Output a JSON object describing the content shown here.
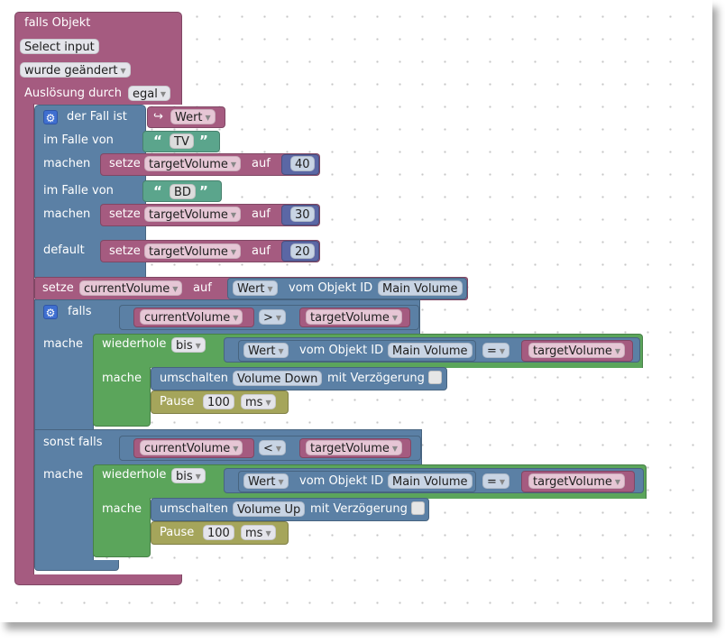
{
  "event": {
    "title": "falls Objekt",
    "select_input": "Select input",
    "changed": "wurde geändert",
    "trigger_label": "Auslösung durch",
    "trigger_value": "egal"
  },
  "switch": {
    "header": "der Fall ist",
    "value_arrow": "↪",
    "value_name": "Wert",
    "case_label": "im Falle von",
    "do_label": "machen",
    "default_label": "default",
    "cases": [
      {
        "value": "TV",
        "set": "setze",
        "var": "targetVolume",
        "to": "auf",
        "num": "40"
      },
      {
        "value": "BD",
        "set": "setze",
        "var": "targetVolume",
        "to": "auf",
        "num": "30"
      }
    ],
    "default": {
      "set": "setze",
      "var": "targetVolume",
      "to": "auf",
      "num": "20"
    }
  },
  "set_current": {
    "set": "setze",
    "var": "currentVolume",
    "to": "auf",
    "value": "Wert",
    "of_object": "vom Objekt ID",
    "object": "Main Volume"
  },
  "if_block": {
    "if_label": "falls",
    "do_label": "mache",
    "elseif_label": "sonst falls",
    "branches": [
      {
        "left": "currentVolume",
        "op": ">",
        "right": "targetVolume",
        "repeat": "wiederhole",
        "until": "bis",
        "value": "Wert",
        "of_object": "vom Objekt ID",
        "object": "Main Volume",
        "eq": "=",
        "target": "targetVolume",
        "inner_do": "mache",
        "toggle": "umschalten",
        "toggle_obj": "Volume Down",
        "delay_label": "mit Verzögerung",
        "pause": "Pause",
        "pause_val": "100",
        "pause_unit": "ms"
      },
      {
        "left": "currentVolume",
        "op": "<",
        "right": "targetVolume",
        "repeat": "wiederhole",
        "until": "bis",
        "value": "Wert",
        "of_object": "vom Objekt ID",
        "object": "Main Volume",
        "eq": "=",
        "target": "targetVolume",
        "inner_do": "mache",
        "toggle": "umschalten",
        "toggle_obj": "Volume Up",
        "delay_label": "mit Verzögerung",
        "pause": "Pause",
        "pause_val": "100",
        "pause_unit": "ms"
      }
    ]
  },
  "colors": {
    "event": "#a55b80",
    "control": "#5b80a5",
    "loop": "#5ba55b",
    "variable": "#a55b80",
    "number": "#5b67a5",
    "string": "#5ba58c",
    "timer": "#a5a55b"
  },
  "icons": [
    "gear-icon",
    "dropdown-arrow-icon",
    "arrow-return-icon",
    "checkbox"
  ]
}
